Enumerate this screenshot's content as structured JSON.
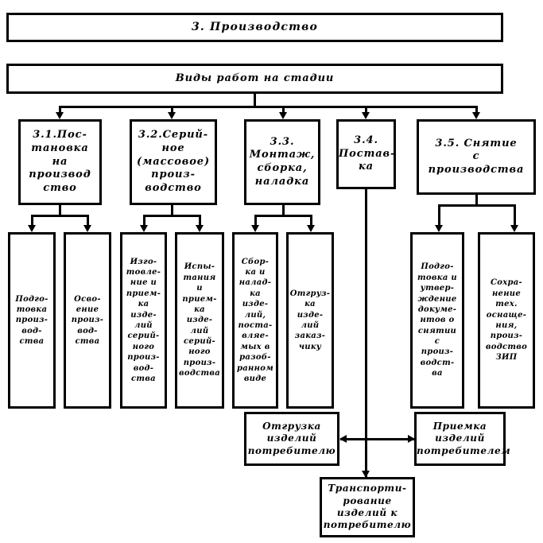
{
  "diagram": {
    "title_box": {
      "label": "3.  Производство"
    },
    "subtitle_box": {
      "label": "Виды работ на стадии"
    },
    "stages": [
      {
        "id": "3.1",
        "label": "3.1.Пос-\nтановка\nна\nпроизвод\nство"
      },
      {
        "id": "3.2",
        "label": "3.2.Серий-\nное\n(массовое)\nпроиз-\nводство"
      },
      {
        "id": "3.3",
        "label": "3.3.\nМонтаж,\nсборка,\nналадка"
      },
      {
        "id": "3.4",
        "label": "3.4.\nПостав-\nка"
      },
      {
        "id": "3.5",
        "label": "3.5.  Снятие\nс\nпроизводства"
      }
    ],
    "tasks": [
      {
        "parent": "3.1",
        "label": "Подго-\nтовка\nпроиз-\nвод-\nства"
      },
      {
        "parent": "3.1",
        "label": "Осво-\nение\nпроиз-\nвод-\nства"
      },
      {
        "parent": "3.2",
        "label": "Изго-\nтовле-\nние и\nприем-\nка\nизде-\nлий\nсерий-\nного\nпроиз-\nвод-\nства"
      },
      {
        "parent": "3.2",
        "label": "Испы-\nтания и\nприем-\nка\nизде-\nлий\nсерий-\nного\nпроиз-\nводства"
      },
      {
        "parent": "3.3",
        "label": "Сбор-\nка и\nналад-\nка\nизде-\nлий,\nпоста-\nвляе-\nмых в\nразоб-\nранном\nвиде"
      },
      {
        "parent": "3.3",
        "label": "Отгруз-\nка\nизде-\nлий\nзаказ-\nчику"
      },
      {
        "parent": "3.5",
        "label": "Подго-\nтовка и\nутвер-\nждение\nдокуме-\nнтов о\nснятии\nс\nпроиз-\nводст-\nва"
      },
      {
        "parent": "3.5",
        "label": "Сохра-\nнение\nтех.\nоснаще-\nния,\nпроиз-\nводство\nЗИП"
      }
    ],
    "bottom": [
      {
        "id": "shipment",
        "label": "Отгрузка\nизделий\nпотребителю"
      },
      {
        "id": "acceptance",
        "label": "Приемка\nизделий\nпотребителем"
      },
      {
        "id": "transport",
        "label": "Транспорти-\nрование\nизделий к\nпотребителю"
      }
    ],
    "colors": {
      "stroke": "#000000",
      "fill": "#ffffff",
      "text": "#000000"
    }
  }
}
